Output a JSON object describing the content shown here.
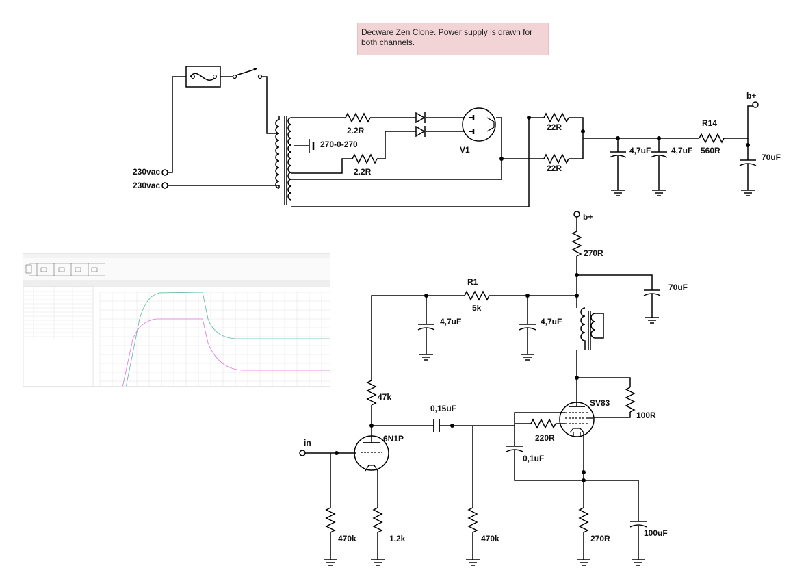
{
  "note": {
    "text": "Decware Zen Clone. Power supply is drawn for both channels."
  },
  "labels": {
    "mains1": "230vac",
    "mains2": "230vac",
    "transformer": "270-0-270",
    "r_ps1": "2.2R",
    "r_ps2": "2.2R",
    "rect": "V1",
    "r_ps3": "22R",
    "r_ps4": "22R",
    "c_ps1": "4,7uF",
    "c_ps2": "4,7uF",
    "r14_name": "R14",
    "r14_val": "560R",
    "bplus_ps": "b+",
    "c_ps3": "70uF",
    "bplus_amp": "b+",
    "r_b": "270R",
    "c_b": "70uF",
    "r1_name": "R1",
    "r1_val": "5k",
    "c_f1": "4,7uF",
    "c_f2": "4,7uF",
    "r_47k": "47k",
    "c_coupling": "0,15uF",
    "tube1": "6N1P",
    "input": "in",
    "r_in": "470k",
    "r_k1": "1.2k",
    "r_g2": "470k",
    "tube2": "SV83",
    "r_100": "100R",
    "r_220": "220R",
    "c_01": "0,1uF",
    "r_k2": "270R",
    "c_k2": "100uF"
  },
  "thumbnail": {
    "title": "TRON - Transient Results"
  }
}
